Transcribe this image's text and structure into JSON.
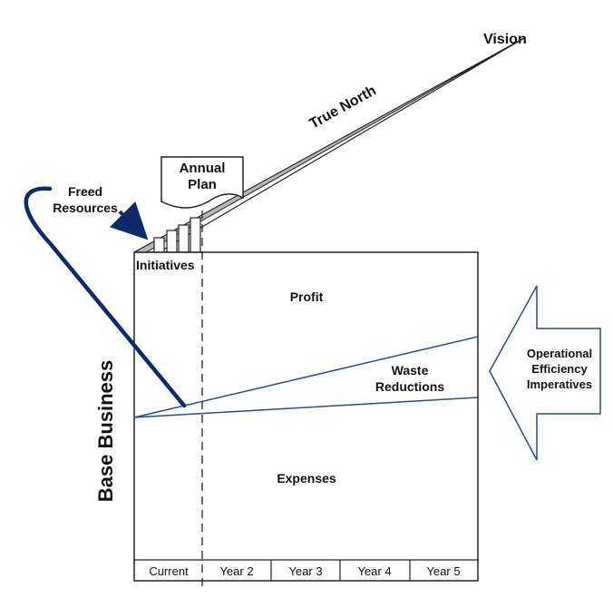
{
  "labels": {
    "vision": "Vision",
    "true_north": "True North",
    "annual_plan_line1": "Annual",
    "annual_plan_line2": "Plan",
    "freed_line1": "Freed",
    "freed_line2": "Resources",
    "initiatives": "Initiatives",
    "profit": "Profit",
    "waste_line1": "Waste",
    "waste_line2": "Reductions",
    "expenses": "Expenses",
    "base_business": "Base Business",
    "opex_line1": "Operational",
    "opex_line2": "Efficiency",
    "opex_line3": "Imperatives"
  },
  "timeline": [
    "Current",
    "Year 2",
    "Year 3",
    "Year 4",
    "Year 5"
  ],
  "colors": {
    "navy": "#0d2a6b",
    "line_blue": "#2a4b8f",
    "outline": "#222222",
    "grey_band": "#b8b8b8"
  }
}
